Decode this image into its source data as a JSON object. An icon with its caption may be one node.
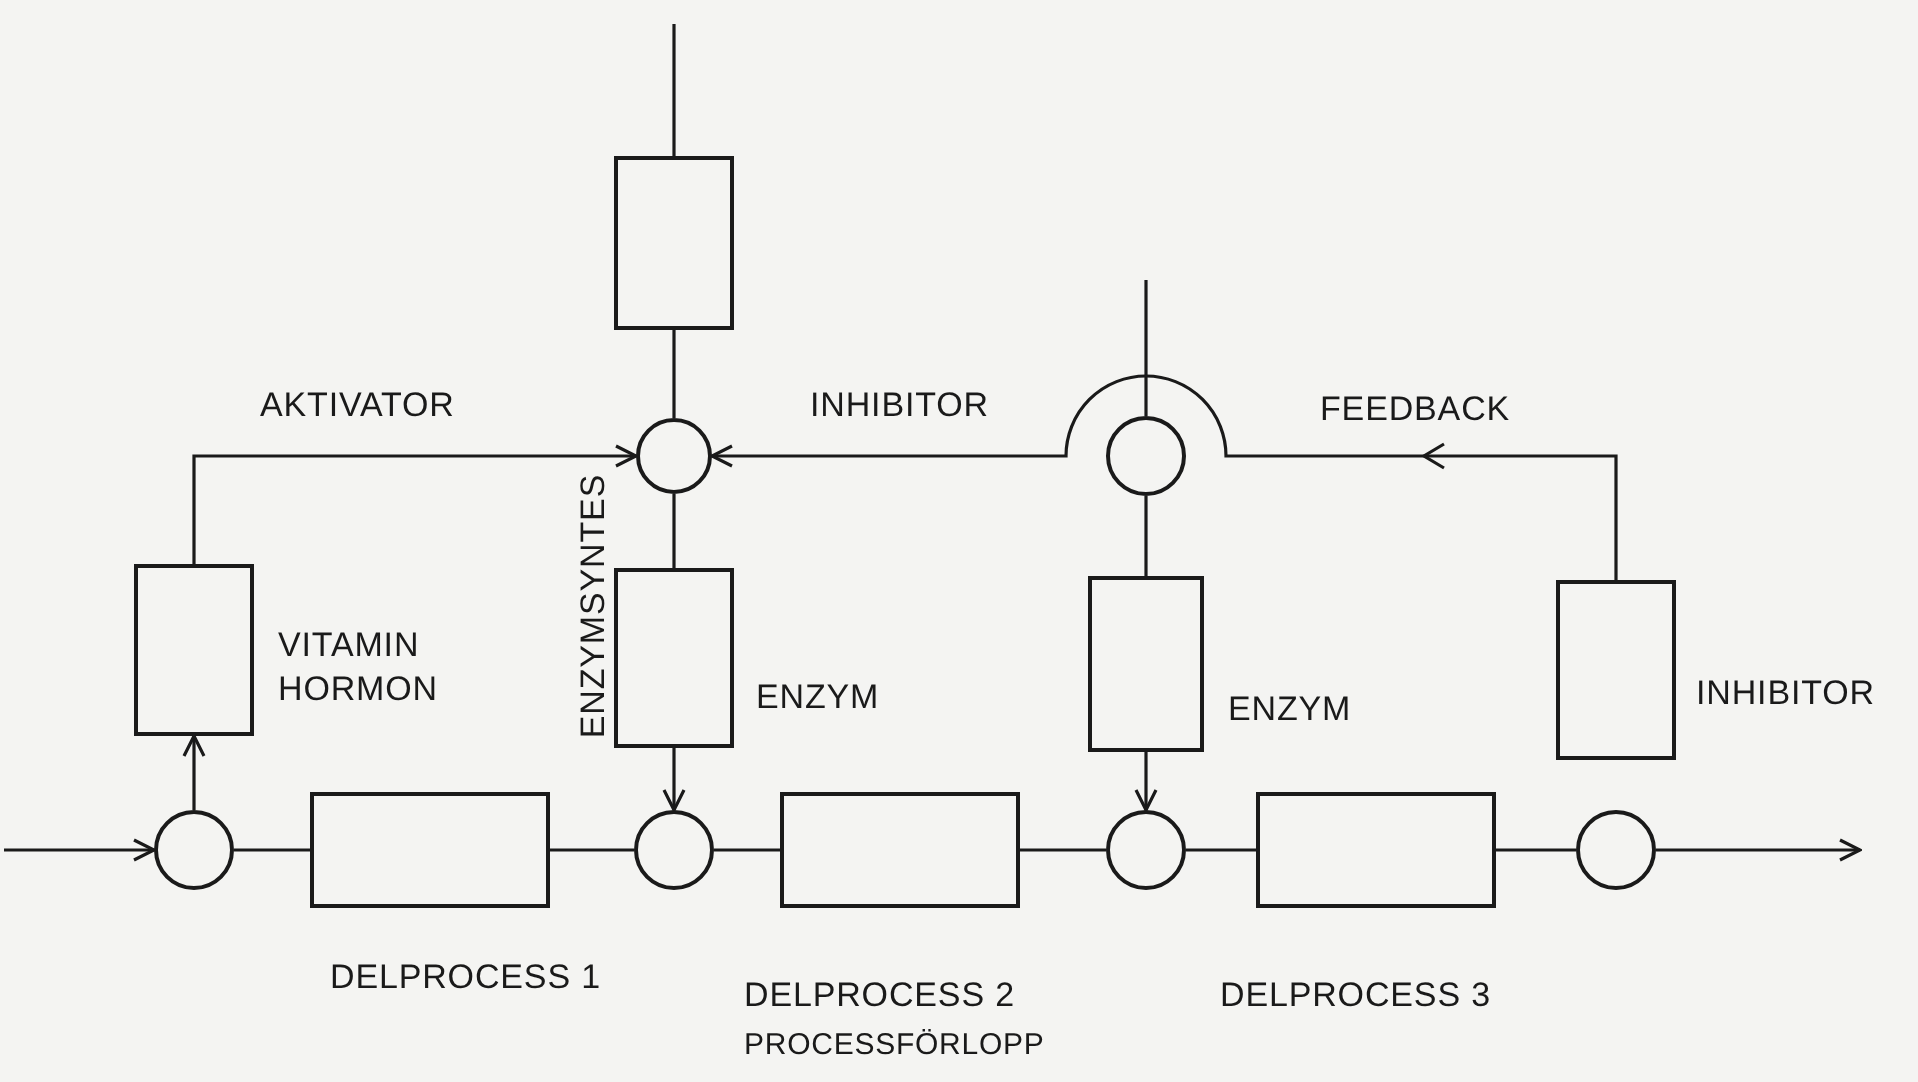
{
  "diagram": {
    "nodes": [
      {
        "text": [],
        "shape": "circle"
      },
      {
        "text": [],
        "shape": "box",
        "beside": [
          "DELPROCESS 1"
        ]
      },
      {
        "text": [],
        "shape": "circle"
      },
      {
        "text": [],
        "shape": "box",
        "beside": [
          "DELPROCESS 2"
        ]
      },
      {
        "text": [],
        "shape": "circle"
      },
      {
        "text": [],
        "shape": "box",
        "beside": [
          "DELPROCESS 3"
        ]
      },
      {
        "text": [],
        "shape": "circle"
      },
      {
        "text": [],
        "shape": "box",
        "beside": [
          "VITAMIN HORMON"
        ]
      },
      {
        "text": [],
        "shape": "box"
      },
      {
        "text": [],
        "shape": "circle"
      },
      {
        "text": [],
        "shape": "box",
        "beside": [
          "ENZYMSYNTES",
          "ENZYM"
        ]
      },
      {
        "text": [],
        "shape": "circle"
      },
      {
        "text": [],
        "shape": "box",
        "beside": [
          "ENZYM"
        ]
      },
      {
        "text": [],
        "shape": "box",
        "beside": [
          "INHIBITOR"
        ]
      }
    ],
    "edges": [
      {
        "from": null,
        "to": 0,
        "arrow": "to"
      },
      {
        "from": 0,
        "to": 1,
        "arrow": "none"
      },
      {
        "from": 1,
        "to": 2,
        "arrow": "none"
      },
      {
        "from": 2,
        "to": 3,
        "arrow": "none"
      },
      {
        "from": 3,
        "to": 4,
        "arrow": "none"
      },
      {
        "from": 4,
        "to": 5,
        "arrow": "none"
      },
      {
        "from": 5,
        "to": 6,
        "arrow": "none"
      },
      {
        "from": 6,
        "to": null,
        "arrow": "to"
      },
      {
        "from": 0,
        "to": 7,
        "arrow": "to"
      },
      {
        "from": 7,
        "to": 9,
        "arrow": "to",
        "label": "AKTIVATOR"
      },
      {
        "from": null,
        "to": 8,
        "arrow": "none"
      },
      {
        "from": 8,
        "to": 9,
        "arrow": "none"
      },
      {
        "from": 9,
        "to": 10,
        "arrow": "none"
      },
      {
        "from": 10,
        "to": 2,
        "arrow": "to"
      },
      {
        "from": null,
        "to": 11,
        "arrow": "none"
      },
      {
        "from": 11,
        "to": 12,
        "arrow": "none"
      },
      {
        "from": 12,
        "to": 4,
        "arrow": "to"
      },
      {
        "from": 13,
        "to": 9,
        "arrow": "to",
        "label": "FEEDBACK"
      }
    ],
    "labels": [
      "INHIBITOR",
      "PROCESSFÖRLOPP"
    ]
  }
}
